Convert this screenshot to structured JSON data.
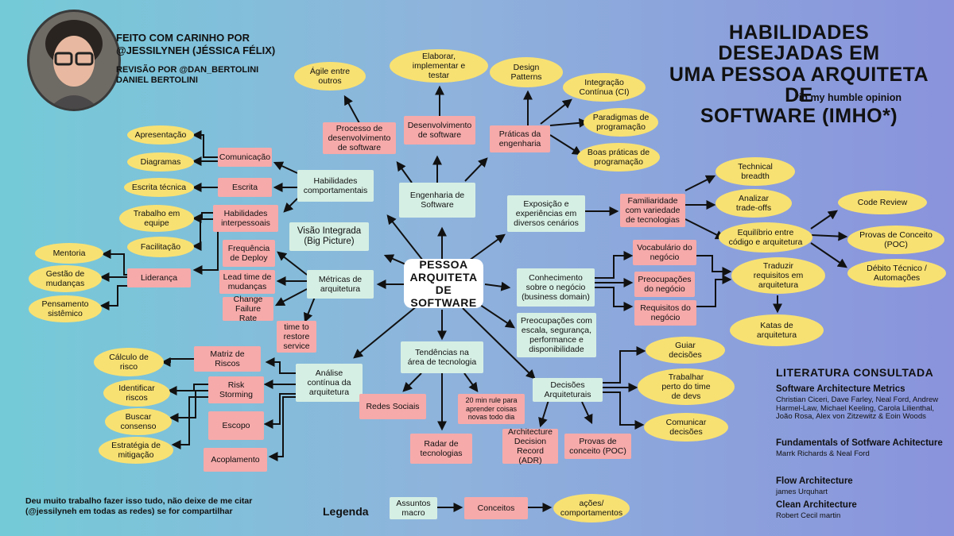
{
  "title": "HABILIDADES DESEJADAS EM\nUMA PESSOA ARQUITETA DE\nSOFTWARE (IMHO*)",
  "subtitle": "*in my humble opinion",
  "credits": {
    "made_by": "FEITO COM CARINHO POR\n@JESSILYNEH (JÉSSICA FÉLIX)",
    "review": "REVISÃO POR @DAN_BERTOLINI\nDANIEL BERTOLINI"
  },
  "center": "PESSOA\nARQUITETA DE\nSOFTWARE",
  "macro": {
    "comportamentais": "Habilidades\ncomportamentais",
    "engenharia": "Engenharia de\nSoftware",
    "exposicao": "Exposição e\nexperiências em\ndiversos cenários",
    "visao": "Visão Integrada\n(Big Picture)",
    "metricas": "Métricas de\narquitetura",
    "conhecimento": "Conhecimento\nsobre o negócio\n(business domain)",
    "preocupacoes": "Preocupações com\nescala, segurança,\nperformance e\ndisponibilidade",
    "analise": "Análise\ncontínua da\narquitetura",
    "tendencias": "Tendências na\nárea de tecnologia",
    "decisoes": "Decisões\nArquiteturais"
  },
  "concepts": {
    "processo": "Processo de\ndesenvolvimento\nde software",
    "desenvolvimento": "Desenvolvimento\nde software",
    "praticas": "Práticas da\nengenharia",
    "comunicacao": "Comunicação",
    "escrita": "Escrita",
    "interpessoais": "Habilidades\ninterpessoais",
    "lideranca": "Liderança",
    "familiaridade": "Familiaridade\ncom variedade\nde tecnologias",
    "frequencia": "Frequência\nde Deploy",
    "leadtime": "Lead time de\nmudanças",
    "change": "Change\nFailure Rate",
    "timerestore": "time to\nrestore\nservice",
    "vocabulario": "Vocabulário do\nnegócio",
    "preoc_negocio": "Preocupações\ndo negócio",
    "requisitos": "Requisitos do\nnegócio",
    "matriz": "Matriz de\nRiscos",
    "risk": "Risk\nStorming",
    "escopo": "Escopo",
    "acoplamento": "Acoplamento",
    "redes": "Redes Sociais",
    "minrule": "20 min rule para\naprender coisas\nnovas todo dia",
    "radar": "Radar de\ntecnologias",
    "adr": "Architecture\nDecision\nRecord (ADR)",
    "poc": "Provas de\nconceito (POC)"
  },
  "actions": {
    "agile": "Ágile entre\noutros",
    "elaborar": "Elaborar,\nimplementar e\ntestar",
    "design": "Design\nPatterns",
    "ci": "Integração\nContínua (CI)",
    "paradigmas": "Paradigmas de\nprogramação",
    "boas": "Boas práticas de\nprogramação",
    "apresentacao": "Apresentação",
    "diagramas": "Diagramas",
    "escrita_tecnica": "Escrita técnica",
    "trabalho": "Trabalho em\nequipe",
    "facilitacao": "Facilitação",
    "mentoria": "Mentoria",
    "gestao": "Gestão de\nmudanças",
    "pensamento": "Pensamento\nsistêmico",
    "technical": "Technical\nbreadth",
    "analizar": "Analizar\ntrade-offs",
    "equilibrio": "Equilíbrio entre\ncódigo e arquitetura",
    "codereview": "Code Review",
    "provas_poc": "Provas de Conceito\n(POC)",
    "debito": "Débito Técnico /\nAutomações",
    "traduzir": "Traduzir\nrequisitos em\narquitetura",
    "katas": "Katas de\narquitetura",
    "guiar": "Guiar\ndecisões",
    "trabalhar": "Trabalhar\nperto do time\nde devs",
    "comunicar": "Comunicar\ndecisões",
    "calculo": "Cálculo de\nrisco",
    "identificar": "Identificar\nriscos",
    "buscar": "Buscar\nconsenso",
    "estrategia": "Estratégia de\nmitigação"
  },
  "literature": {
    "heading": "LITERATURA CONSULTADA",
    "books": [
      {
        "title": "Software Architecture Metrics",
        "authors": "Christian Ciceri, Dave Farley, Neal Ford, Andrew Harmel-Law, Michael Keeling, Carola Lilienthal, João Rosa, Alex von Zitzewitz & Eoin Woods"
      },
      {
        "title": "Fundamentals of Sotfware Achitecture",
        "authors": "Marrk Richards & Neal Ford"
      },
      {
        "title": "Flow Architecture",
        "authors": "james Urquhart"
      },
      {
        "title": "Clean Architecture",
        "authors": "Robert Cecil martin"
      }
    ]
  },
  "note": "Deu muito trabalho fazer isso tudo, não deixe de me citar (@jessilyneh em todas as redes) se for compartilhar",
  "legend": {
    "label": "Legenda",
    "macro": "Assuntos\nmacro",
    "concept": "Conceitos",
    "action": "ações/\ncomportamentos"
  },
  "colors": {
    "macro": "#d6efe4",
    "concept": "#f6aaaa",
    "action": "#f8e173",
    "center": "#ffffff"
  }
}
